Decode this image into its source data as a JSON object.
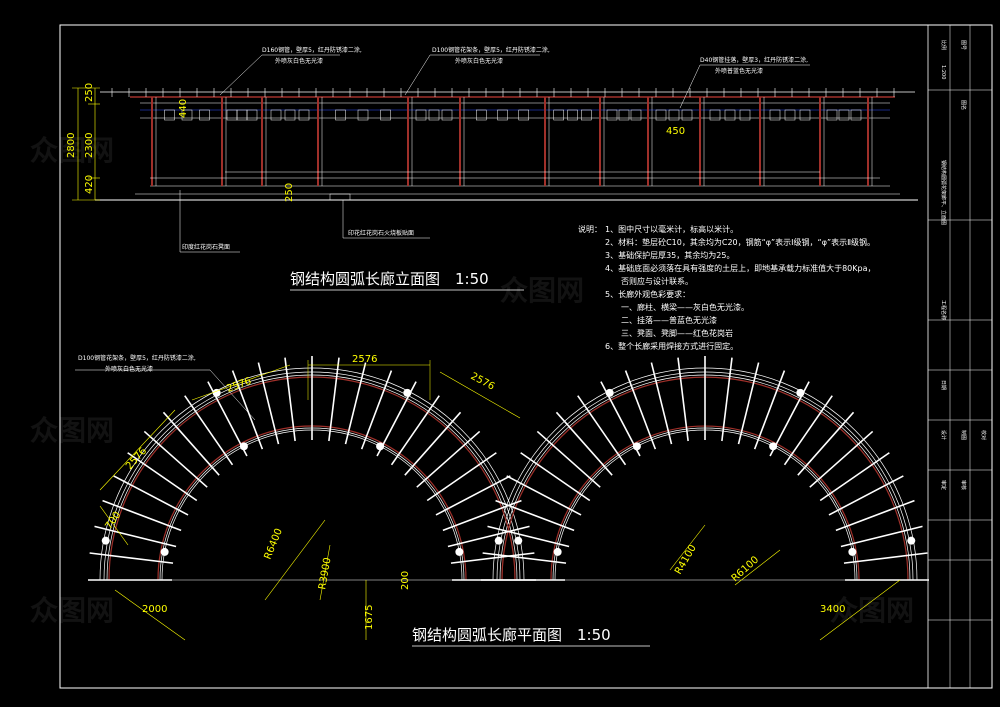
{
  "elevation": {
    "title": "钢结构圆弧长廊立面图　1:50",
    "callouts": {
      "c1_line1": "D160钢管，壁厚5，红丹防锈漆二涂,",
      "c1_line2": "外喷灰白色无光漆",
      "c2_line1": "D100钢管花架条，壁厚5，红丹防锈漆二涂,",
      "c2_line2": "外喷灰白色无光漆",
      "c3_line1": "D40钢管挂落，壁厚3，红丹防锈漆二涂,",
      "c3_line2": "外喷普蓝色无光漆",
      "c4": "印度红花岗石凳面",
      "c5": "印花红花岗石火烧板贴面"
    },
    "dims": {
      "d2800": "2800",
      "d2300": "2300",
      "d250a": "250",
      "d420": "420",
      "d440": "440",
      "d450": "450",
      "d250b": "250"
    }
  },
  "notes": {
    "header": "说明：",
    "lines": [
      "1、图中尺寸以毫米计，标高以米计。",
      "2、材料：垫层砼C10，其余均为C20，钢筋“φ”表示Ⅰ级钢，“φ”表示Ⅱ级钢。",
      "3、基础保护层厚35，其余均为25。",
      "4、基础底面必须落在具有强度的土层上，即地基承载力标准值大于80Kpa，",
      "　　否则应与设计联系。",
      "5、长廊外观色彩要求：",
      "　　一、廊柱、横梁——灰白色无光漆。",
      "　　二、挂落——普蓝色无光漆",
      "　　三、凳面、凳脚——红色花岗岩",
      "6、整个长廊采用焊接方式进行固定。"
    ]
  },
  "plan": {
    "title": "钢结构圆弧长廊平面图　1:50",
    "callout_line1": "D100钢管花架条，壁厚5，红丹防锈漆二涂,",
    "callout_line2": "外喷灰白色无光漆",
    "dims": {
      "top": "2576",
      "left_top": "2576",
      "right_top": "2576",
      "left": "2576",
      "d700": "700",
      "d2000": "2000",
      "r6400": "R6400",
      "r3900": "R3900",
      "d200": "200",
      "d1675": "1675",
      "r4100": "R4100",
      "r6100": "R6100",
      "d3400": "3400"
    }
  },
  "title_block": {
    "drawing_name": "钢结构圆弧花架廊平、立面图",
    "project": "工程名称",
    "items": [
      "图名",
      "比例",
      "1:200",
      "图号",
      "设计",
      "制图",
      "校对",
      "审定",
      "审核",
      "日期"
    ]
  },
  "watermark": "众图网",
  "colors": {
    "background": "#000000",
    "dimension": "#ffff00",
    "structure_red": "#a0302a",
    "lines": "#ffffff",
    "blue": "#3050ff"
  }
}
